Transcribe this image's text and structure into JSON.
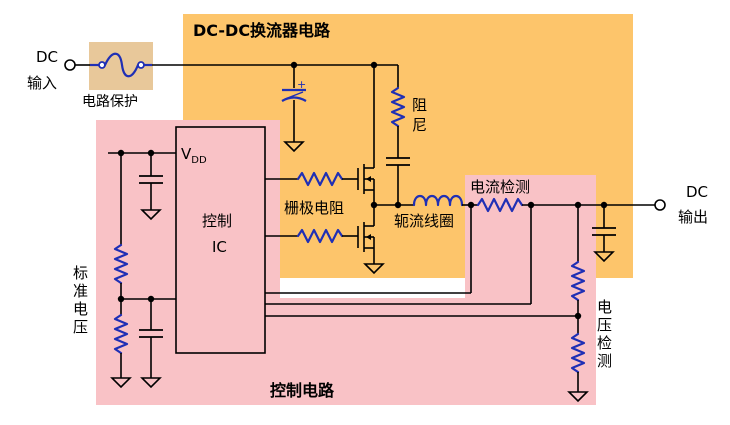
{
  "colors": {
    "dcdc_block": "#fdc56b",
    "control_block": "#f9c2c6",
    "fuse_block": "#e8c89a",
    "component_blue": "#1f2fb5",
    "wire": "#000000"
  },
  "labels": {
    "dc_input_line1": "DC",
    "dc_input_line2": "输入",
    "fuse": "电路保护",
    "dcdc_title": "DC-DC换流器电路",
    "damping_line1": "阻",
    "damping_line2": "尼",
    "vdd_main": "V",
    "vdd_sub": "DD",
    "ic_line1": "控制",
    "ic_line2": "IC",
    "gate_resistor": "栅极电阻",
    "choke": "轭流线圈",
    "current_detect": "电流检测",
    "dc_output_line1": "DC",
    "dc_output_line2": "输出",
    "reference_voltage": [
      "标",
      "准",
      "电",
      "压"
    ],
    "voltage_detect": [
      "电",
      "压",
      "检",
      "测"
    ],
    "control_title": "控制电路"
  }
}
